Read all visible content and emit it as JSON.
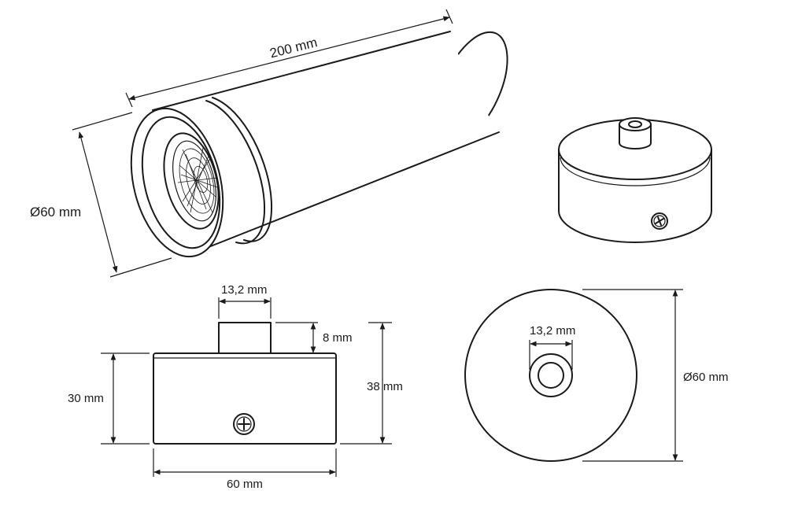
{
  "dimensions": {
    "length": "200 mm",
    "tube_diameter": "Ø60 mm",
    "canopy_diameter": "Ø60 mm",
    "stem_width_side": "13,2 mm",
    "stem_width_top": "13,2 mm",
    "stem_height": "8 mm",
    "body_height": "30 mm",
    "total_height": "38 mm",
    "body_width": "60 mm"
  },
  "colors": {
    "ink": "#1a1a1a",
    "paper": "#ffffff"
  }
}
